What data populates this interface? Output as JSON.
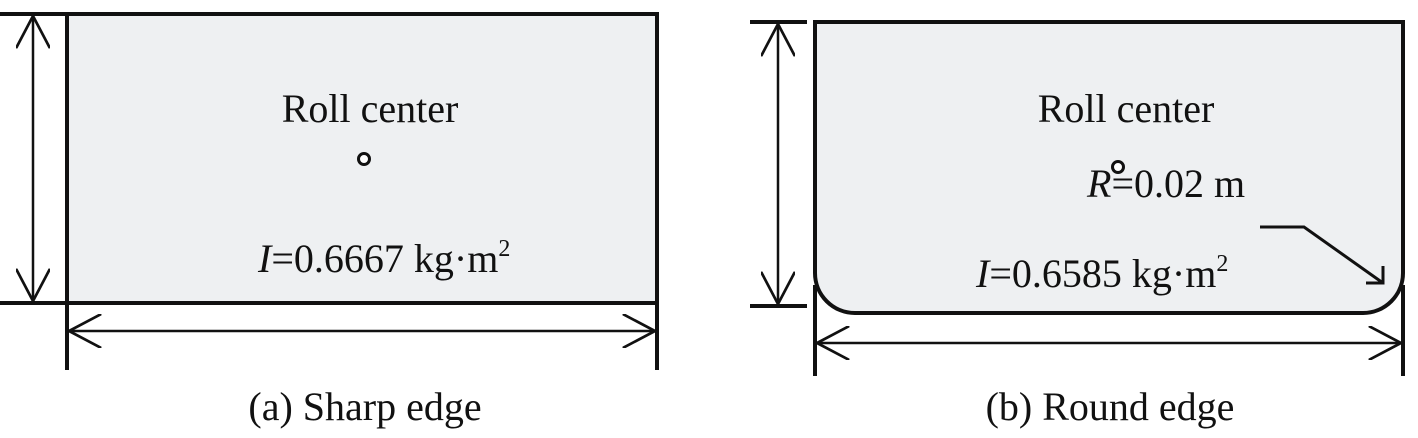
{
  "panels": [
    {
      "label": "Roll center",
      "inertia_symbol": "I",
      "inertia_value": "=0.6667 kg·m",
      "inertia_exp": "2",
      "caption": "(a) Sharp edge"
    },
    {
      "label": "Roll center",
      "inertia_symbol": "I",
      "inertia_value": "=0.6585 kg·m",
      "inertia_exp": "2",
      "radius_symbol": "R",
      "radius_value": "=0.02 m",
      "caption": "(b) Round edge"
    }
  ],
  "colors": {
    "fill": "#eef0f2",
    "stroke": "#111111"
  }
}
